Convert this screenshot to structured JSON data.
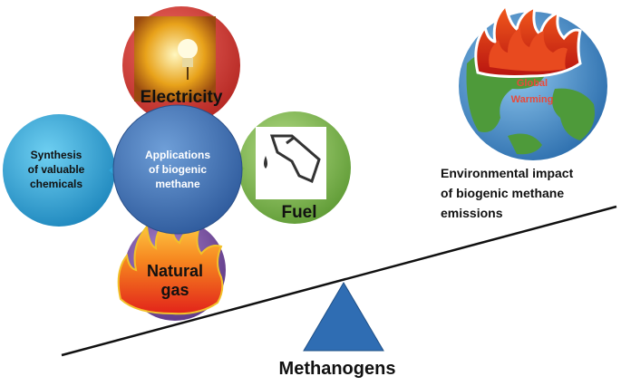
{
  "center": {
    "lines": [
      "Applications",
      "of biogenic",
      "methane"
    ]
  },
  "electricity": {
    "label": "Electricity"
  },
  "synthesis": {
    "lines": [
      "Synthesis",
      "of valuable",
      "chemicals"
    ]
  },
  "fuel": {
    "label": "Fuel"
  },
  "natural_gas": {
    "lines": [
      "Natural",
      "gas"
    ]
  },
  "globe": {
    "lines": [
      "Global",
      "Warming"
    ]
  },
  "impact": {
    "lines": [
      "Environmental impact",
      "of biogenic methane",
      "emissions"
    ]
  },
  "fulcrum": {
    "label": "Methanogens"
  },
  "colors": {
    "center_blue": "#3f6fb5",
    "electricity_red": "#c9302c",
    "synthesis_cyan": "#2fa3d6",
    "fuel_green": "#7ab648",
    "gas_purple": "#7a4fa0",
    "ocean": "#3c82c4",
    "land": "#4e9a3a",
    "triangle": "#2f6db3"
  }
}
